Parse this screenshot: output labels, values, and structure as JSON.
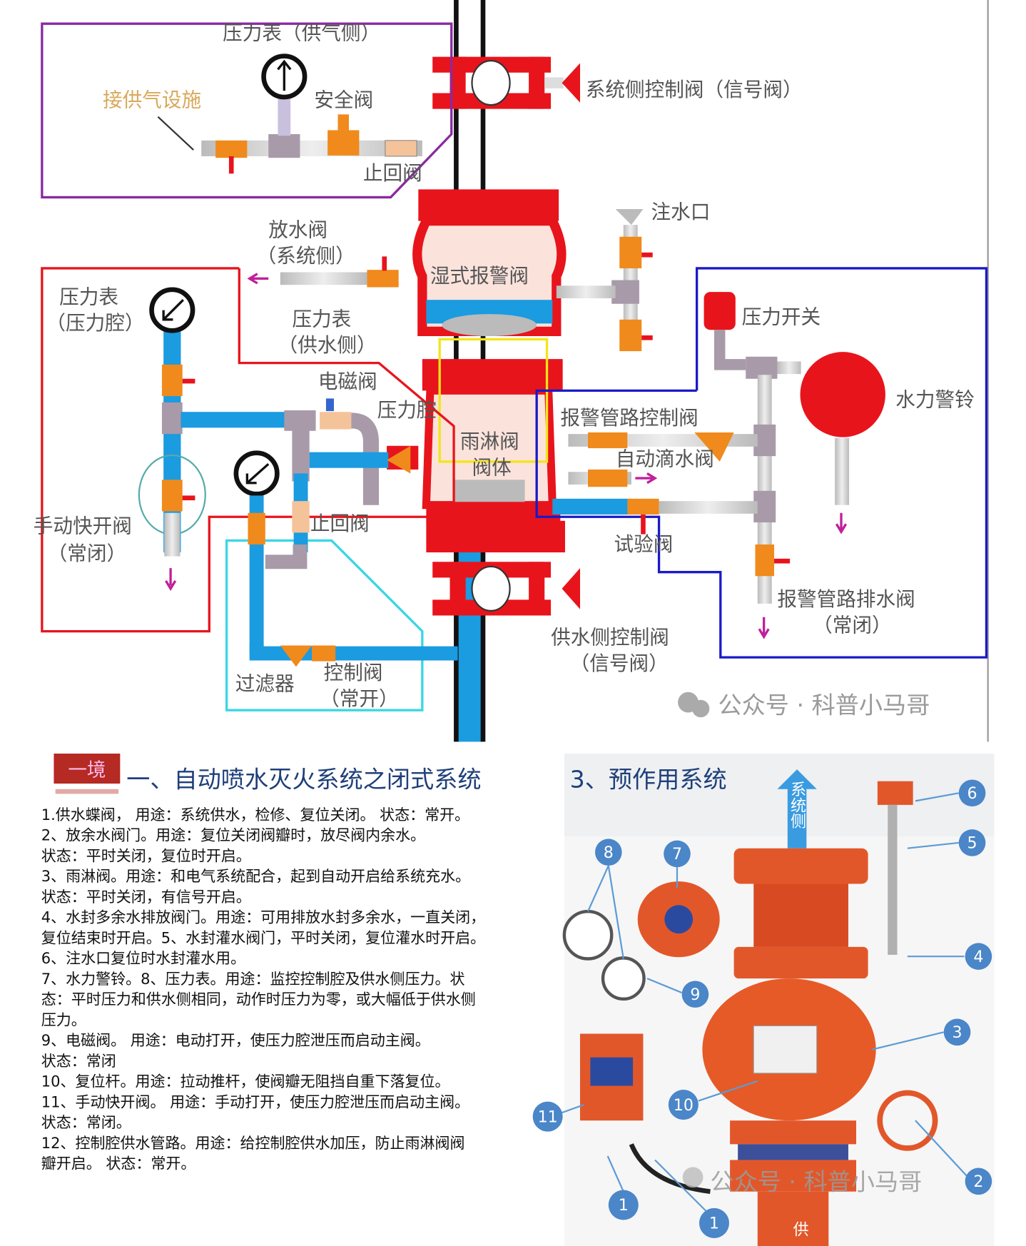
{
  "diagram": {
    "labels": {
      "gauge_air": "压力表（供气侧）",
      "air_supply": "接供气设施",
      "safety_valve": "安全阀",
      "check_valve_top": "止回阀",
      "system_control_valve": "系统侧控制阀（信号阀）",
      "fill_port": "注水口",
      "drain_valve": "放水阀",
      "drain_valve_sub": "（系统侧）",
      "wet_alarm_valve": "湿式报警阀",
      "gauge_chamber": "压力表",
      "gauge_chamber_sub": "（压力腔）",
      "gauge_supply": "压力表",
      "gauge_supply_sub": "（供水侧）",
      "pressure_switch": "压力开关",
      "solenoid": "电磁阀",
      "pressure_chamber": "压力腔",
      "water_bell": "水力警铃",
      "alarm_line_control": "报警管路控制阀",
      "deluge_body_1": "雨淋阀",
      "deluge_body_2": "阀体",
      "auto_drip": "自动滴水阀",
      "manual_release": "手动快开阀",
      "manual_release_sub": "（常闭）",
      "check_valve_bottom": "止回阀",
      "test_valve": "试验阀",
      "alarm_drain": "报警管路排水阀",
      "alarm_drain_sub": "（常闭）",
      "supply_control_valve": "供水侧控制阀",
      "supply_control_valve_sub": "（信号阀）",
      "filter": "过滤器",
      "control_valve": "控制阀",
      "control_valve_sub": "（常开）"
    },
    "watermark": "公众号 · 科普小马哥"
  },
  "colors": {
    "red": "#e8141c",
    "orange": "#f08a1c",
    "blue": "#1b9be0",
    "purple": "#8a2aa0",
    "navy": "#1a1ac8",
    "cyan": "#3ad6e6",
    "yellow": "#f2e51a"
  },
  "info": {
    "logo_text": "一境",
    "title": "一、自动喷水灭火系统之闭式系统",
    "lines": [
      "1.供水蝶阀， 用途：系统供水，检修、复位关闭。 状态：常开。",
      "2、放余水阀门。用途：复位关闭阀瓣时，放尽阀内余水。",
      "状态：平时关闭，复位时开启。",
      "3、雨淋阀。用途：和电气系统配合，起到自动开启给系统充水。",
      "状态：平时关闭，有信号开启。",
      "4、水封多余水排放阀门。用途：可用排放水封多余水，一直关闭，",
      "复位结束时开启。5、水封灌水阀门，平时关闭，复位灌水时开启。",
      "6、注水口复位时水封灌水用。",
      " 7、水力警铃。8、压力表。用途：监控控制腔及供水侧压力。状",
      "态：平时压力和供水侧相同，动作时压力为零，或大幅低于供水侧",
      "压力。",
      "9、电磁阀。 用途：电动打开，使压力腔泄压而启动主阀。",
      "   状态：常闭",
      "10、复位杆。用途：拉动推杆，使阀瓣无阻挡自重下落复位。",
      "11、手动快开阀。 用途：手动打开，使压力腔泄压而启动主阀。",
      "   状态：常闭。",
      "12、控制腔供水管路。用途：给控制腔供水加压，防止雨淋阀阀",
      "瓣开启。   状态：常开。"
    ]
  },
  "photo": {
    "title": "3、预作用系统",
    "arrow_label": "系统侧",
    "callouts": [
      "6",
      "5",
      "4",
      "3",
      "2",
      "8",
      "7",
      "9",
      "10",
      "11",
      "1",
      "1"
    ],
    "bottom_label": "供",
    "watermark": "公众号 · 科普小马哥"
  }
}
